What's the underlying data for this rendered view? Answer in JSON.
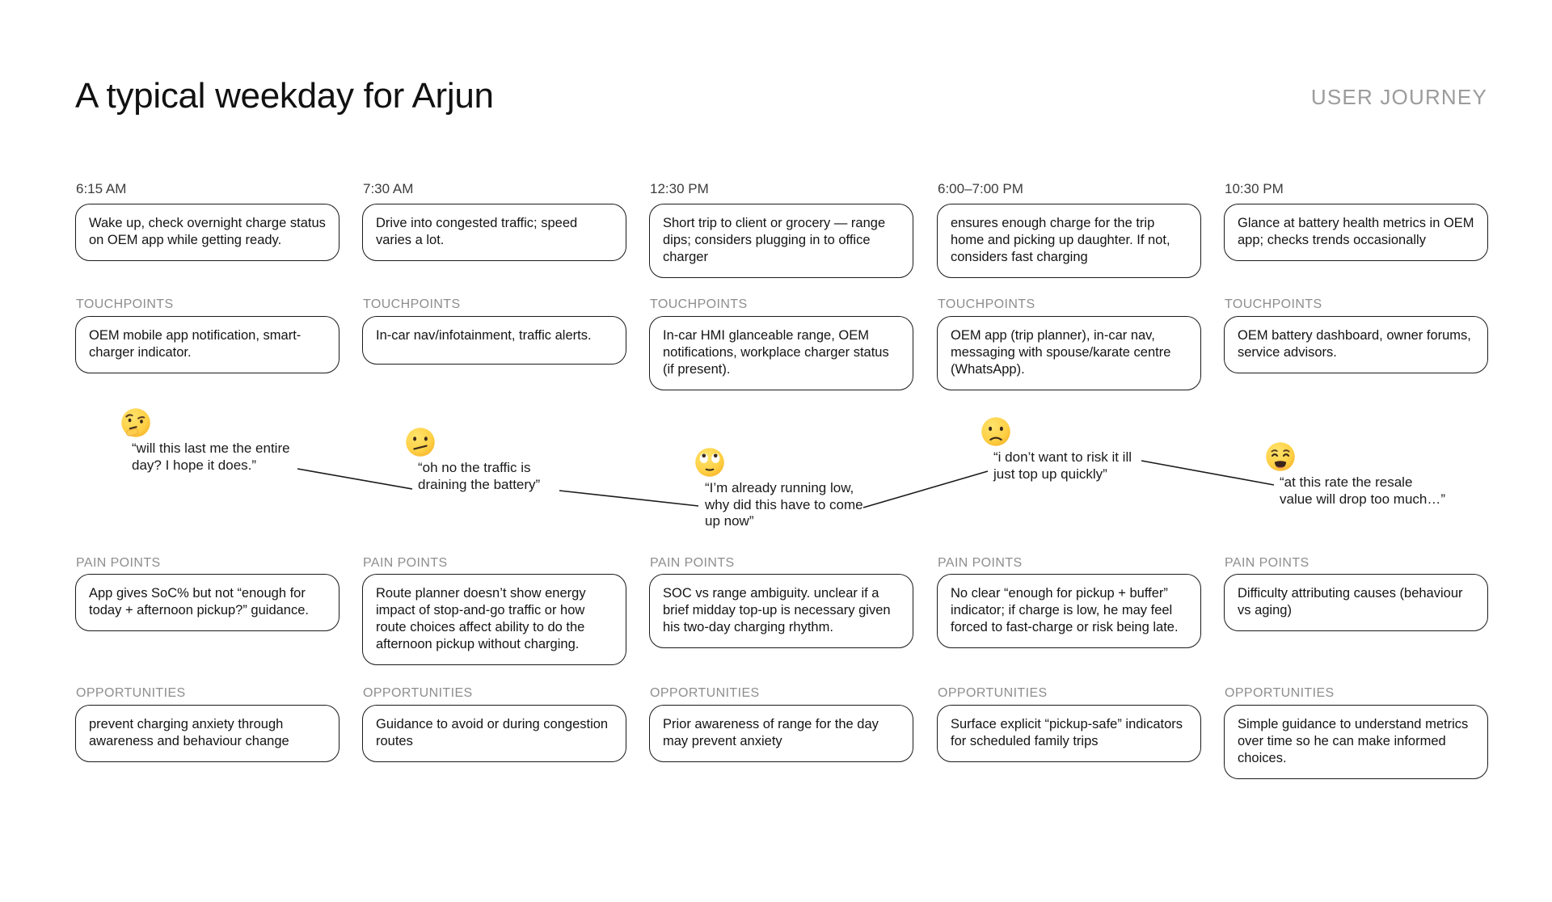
{
  "header": {
    "title": "A typical weekday for Arjun",
    "tag": "USER JOURNEY"
  },
  "labels": {
    "touchpoints": "TOUCHPOINTS",
    "pain_points": "PAIN POINTS",
    "opportunities": "OPPORTUNITIES"
  },
  "columns": [
    {
      "time": "6:15 AM",
      "activity": "Wake up, check overnight charge status on OEM app while getting ready.",
      "touchpoints": "OEM mobile app notification, smart-charger indicator.",
      "emotion": {
        "emoji": "thinking-face",
        "quote": "“will this last me the entire day? I hope it does.”"
      },
      "pain_points": "App gives SoC% but not “enough for today + afternoon pickup?” guidance.",
      "opportunities": "prevent charging anxiety through awareness and behaviour change"
    },
    {
      "time": "7:30 AM",
      "activity": "Drive into congested traffic; speed varies a lot.",
      "touchpoints": "In-car nav/infotainment, traffic alerts.",
      "emotion": {
        "emoji": "face-with-diagonal-mouth",
        "quote": "“oh no the traffic is draining the battery”"
      },
      "pain_points": "Route planner doesn’t show energy impact of stop-and-go traffic or how route choices affect ability to do the afternoon pickup without charging.",
      "opportunities": "Guidance to avoid or during congestion routes"
    },
    {
      "time": "12:30 PM",
      "activity": "Short trip to client or grocery — range dips; considers plugging in to office charger",
      "touchpoints": "In-car HMI glanceable range, OEM notifications, workplace charger status (if present).",
      "emotion": {
        "emoji": "face-with-rolling-eyes",
        "quote": "“I’m already running low, why did this have to come up now”"
      },
      "pain_points": "SOC vs range ambiguity. unclear if a brief midday top-up is necessary given his two-day charging rhythm.",
      "opportunities": "Prior awareness of range for the day may prevent anxiety"
    },
    {
      "time": "6:00–7:00 PM",
      "activity": "ensures enough charge for the trip home and picking up daughter. If not, considers fast charging",
      "touchpoints": "OEM app (trip planner), in-car nav, messaging with spouse/karate centre (WhatsApp).",
      "emotion": {
        "emoji": "slightly-frowning-face",
        "quote": "“i don’t want to risk it ill just top up quickly”"
      },
      "pain_points": "No clear “enough for pickup + buffer” indicator; if charge is low, he may feel forced to fast-charge or risk being late.",
      "opportunities": "Surface explicit “pickup-safe” indicators for scheduled family trips"
    },
    {
      "time": "10:30 PM",
      "activity": "Glance at battery health metrics in OEM app; checks trends occasionally",
      "touchpoints": "OEM battery dashboard, owner forums, service advisors.",
      "emotion": {
        "emoji": "weary-face",
        "quote": "“at this rate the resale value will drop too much…”"
      },
      "pain_points": "Difficulty attributing causes (behaviour vs aging)",
      "opportunities": "Simple guidance to understand metrics over time so he can make informed choices."
    }
  ]
}
